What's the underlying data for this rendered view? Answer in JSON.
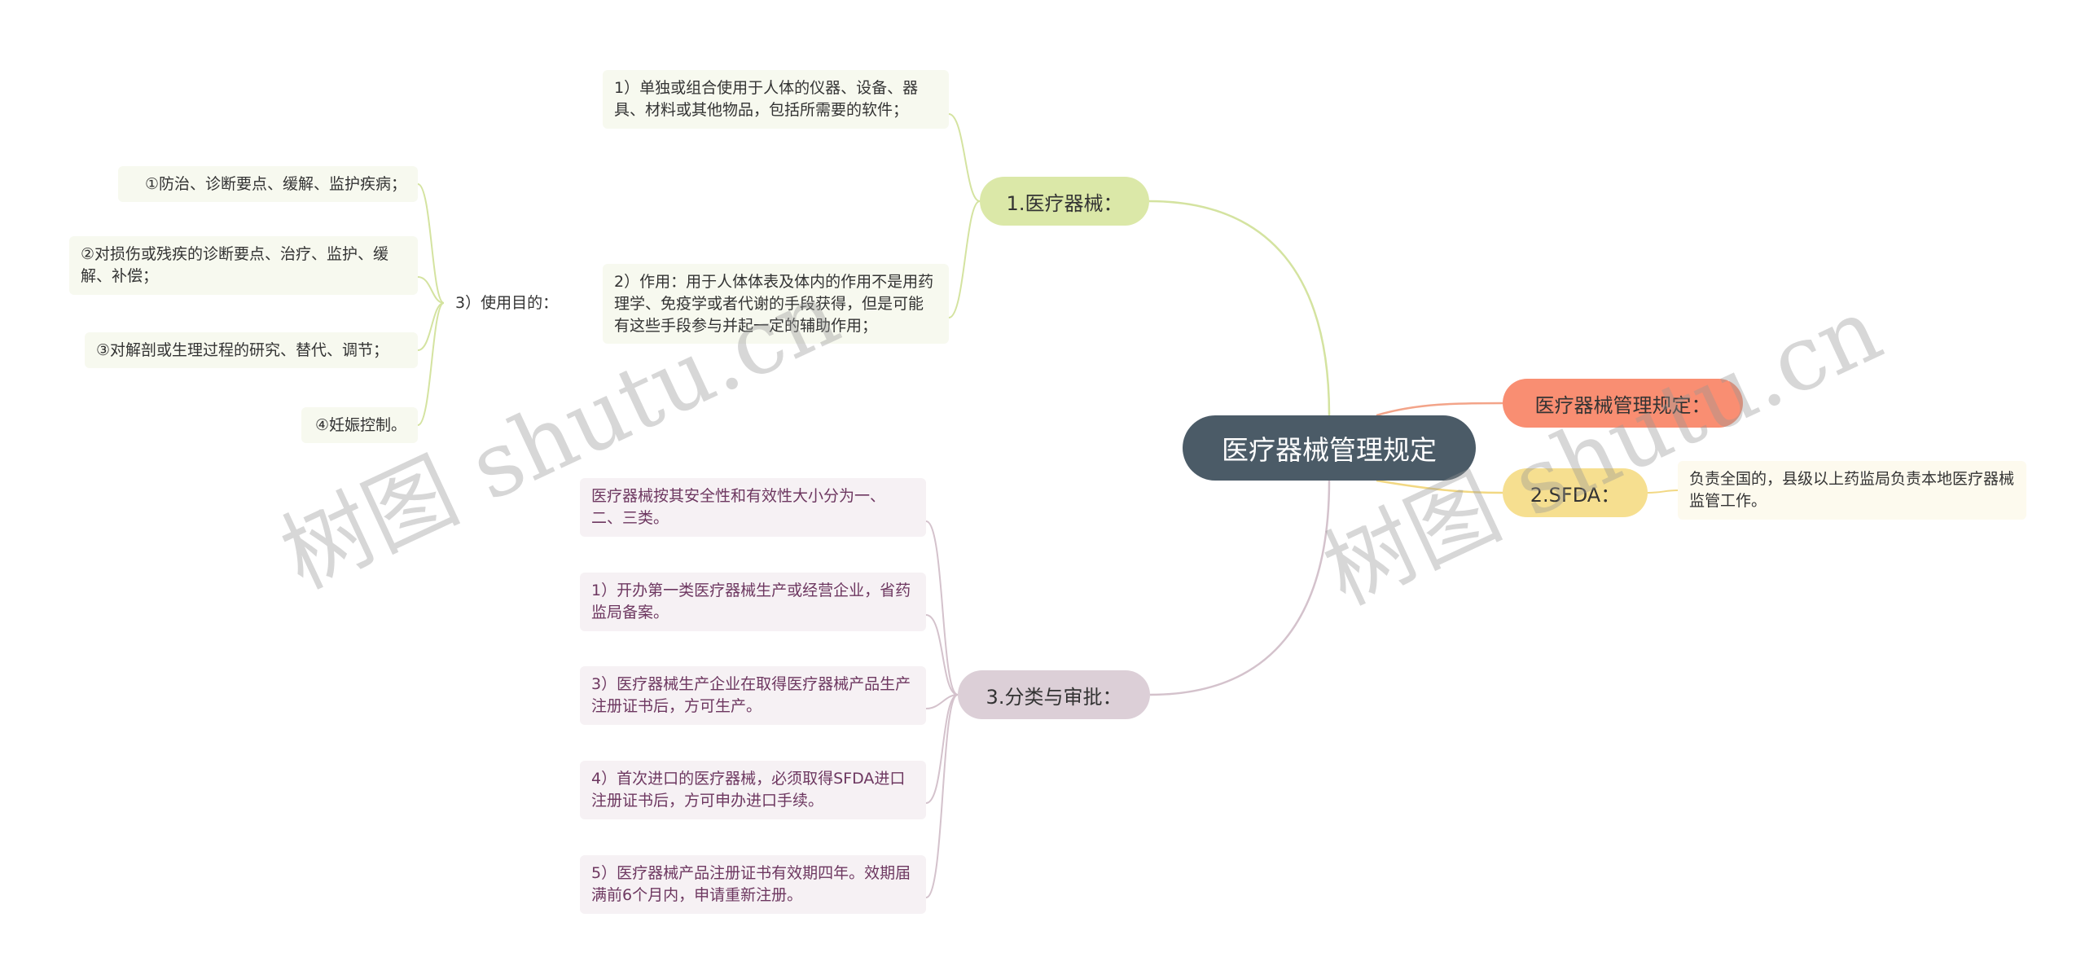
{
  "diagram": {
    "root": "医疗器械管理规定",
    "branches": {
      "device": {
        "label": "1.医疗器械：",
        "def1": "1）单独或组合使用于人体的仪器、设备、器具、材料或其他物品，包括所需要的软件；",
        "def2": "2）作用：用于人体体表及体内的作用不是用药理学、免疫学或者代谢的手段获得，但是可能有这些手段参与并起一定的辅助作用；",
        "purpose": {
          "label": "3）使用目的：",
          "items": [
            "①防治、诊断要点、缓解、监护疾病；",
            "②对损伤或残疾的诊断要点、治疗、监护、缓解、补偿；",
            "③对解剖或生理过程的研究、替代、调节；",
            "④妊娠控制。"
          ]
        }
      },
      "rules": {
        "label": "医疗器械管理规定："
      },
      "sfda": {
        "label": "2.SFDA：",
        "desc": "负责全国的，县级以上药监局负责本地医疗器械监管工作。"
      },
      "classification": {
        "label": "3.分类与审批：",
        "items": [
          "医疗器械按其安全性和有效性大小分为一、二、三类。",
          "1）开办第一类医疗器械生产或经营企业，省药监局备案。",
          "3）医疗器械生产企业在取得医疗器械产品生产注册证书后，方可生产。",
          "4）首次进口的医疗器械，必须取得SFDA进口注册证书后，方可申办进口手续。",
          "5）医疗器械产品注册证书有效期四年。效期届满前6个月内，申请重新注册。"
        ]
      }
    },
    "watermark": "树图 shutu.cn"
  },
  "colors": {
    "root": "#4b5b67",
    "device": "#dbe8a8",
    "rules": "#f98e72",
    "sfda": "#f6df90",
    "classification": "#dccfd7",
    "device_line": "#d4e3a0",
    "rules_line": "#f3a489",
    "sfda_line": "#f2d883",
    "classification_line": "#d4c2cc"
  }
}
